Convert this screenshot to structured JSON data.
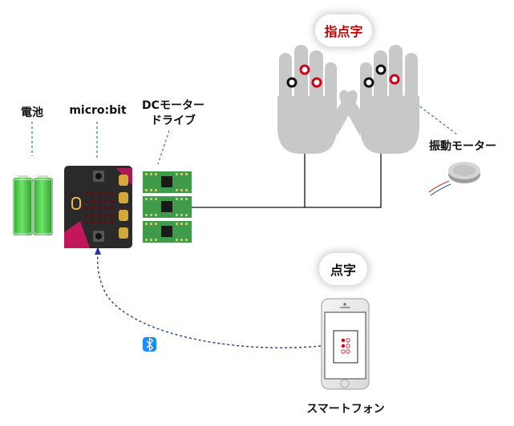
{
  "labels": {
    "battery": "電池",
    "microbit": "micro:bit",
    "dc_driver_line1": "DCモーター",
    "dc_driver_line2": "ドライブ",
    "vibration_motor": "振動モーター",
    "fingertip_braille": "指点字",
    "braille": "点字",
    "smartphone": "スマートフォン"
  },
  "colors": {
    "fingertip_text": "#cc0000",
    "hand_gray": "#c8c8c8",
    "active_dot": "#d0021b",
    "inactive_dot": "#111111",
    "connector_dashed": "#2f6fb5",
    "bluetooth_dashed": "#1f3a9e",
    "battery_green": "#3fc43a",
    "pcb_green": "#3e9b4a",
    "microbit_body": "#2a2a2a",
    "bluetooth_icon_bg": "#1a8cff"
  },
  "icons": {
    "bluetooth": "bluetooth-icon"
  }
}
